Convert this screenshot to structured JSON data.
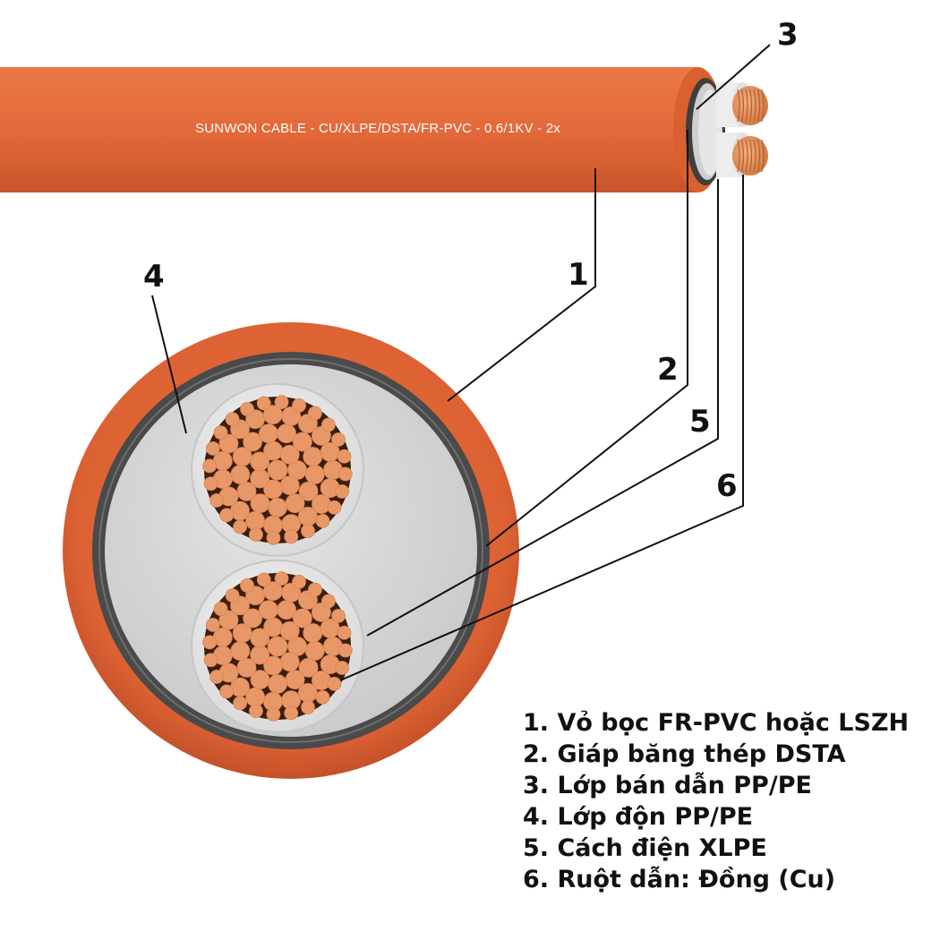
{
  "cable_print": "SUNWON CABLE - CU/XLPE/DSTA/FR-PVC - 0.6/1KV - 2x",
  "callouts": [
    "1",
    "2",
    "3",
    "4",
    "5",
    "6"
  ],
  "legend": [
    "1. Vỏ bọc FR-PVC hoặc LSZH",
    "2. Giáp băng thép DSTA",
    "3. Lớp bán dẫn PP/PE",
    "4. Lớp độn PP/PE",
    "5. Cách điện XLPE",
    "6. Ruột dẫn: Đồng (Cu)"
  ],
  "colors": {
    "sheath": "#E2683A",
    "sheath_dark": "#C8542B",
    "armour": "#4A4A4A",
    "filler": "#D6D6D6",
    "insulation": "#ECECEC",
    "copper": "#E89868",
    "copper_dark": "#3A1E10"
  }
}
